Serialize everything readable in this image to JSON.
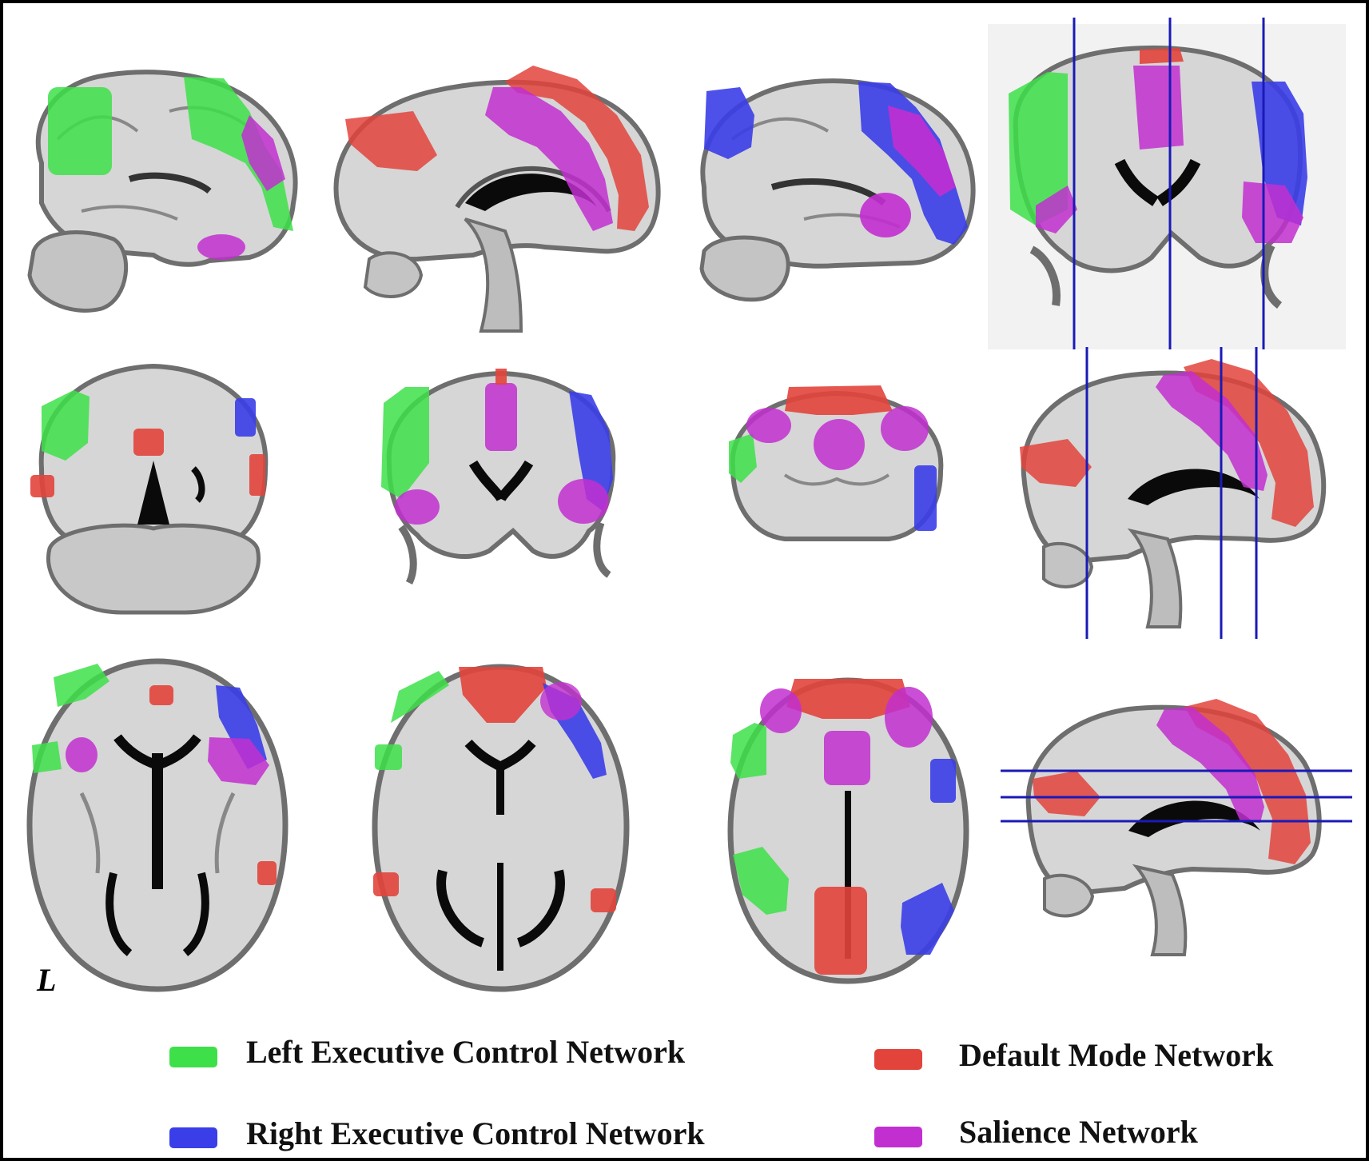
{
  "figure": {
    "orientation_label": "L"
  },
  "colors": {
    "left_ecn": "#3ee04a",
    "right_ecn": "#3a3ee8",
    "dmn": "#e2443c",
    "salience": "#c22fd0",
    "guide_line": "#1a1ab8",
    "brain_fill": "#d6d6d6",
    "brain_edge": "#6e6e6e",
    "ventricle": "#0a0a0a"
  },
  "legend": [
    {
      "label": "Left Executive Control Network",
      "color": "#3ee04a"
    },
    {
      "label": "Right Executive Control Network",
      "color": "#3a3ee8"
    },
    {
      "label": "Default Mode Network",
      "color": "#e2443c"
    },
    {
      "label": "Salience Network",
      "color": "#c22fd0"
    }
  ]
}
